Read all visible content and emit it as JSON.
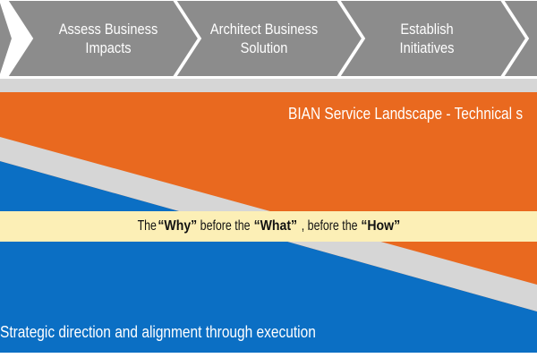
{
  "colors": {
    "chevron_fill": "#8c8c8c",
    "chevron_stroke": "#ffffff",
    "band_gray": "#d6d6d6",
    "orange": "#e9691f",
    "blue": "#0b6fc4",
    "yellow_band": "#fcefb6",
    "text_white": "#ffffff",
    "text_dark": "#111111"
  },
  "process_steps": [
    {
      "label": "Assess Business Impacts"
    },
    {
      "label": "Architect Business Solution"
    },
    {
      "label": "Establish Initiatives"
    }
  ],
  "landscape_label": "BIAN Service Landscape - Technical s",
  "tagline": {
    "part1": "The ",
    "why": "“Why”",
    "part2": " before the ",
    "what": "“What”",
    "part3": ", before the ",
    "how": "“How”"
  },
  "strategy_label": "Strategic direction and alignment through execution"
}
